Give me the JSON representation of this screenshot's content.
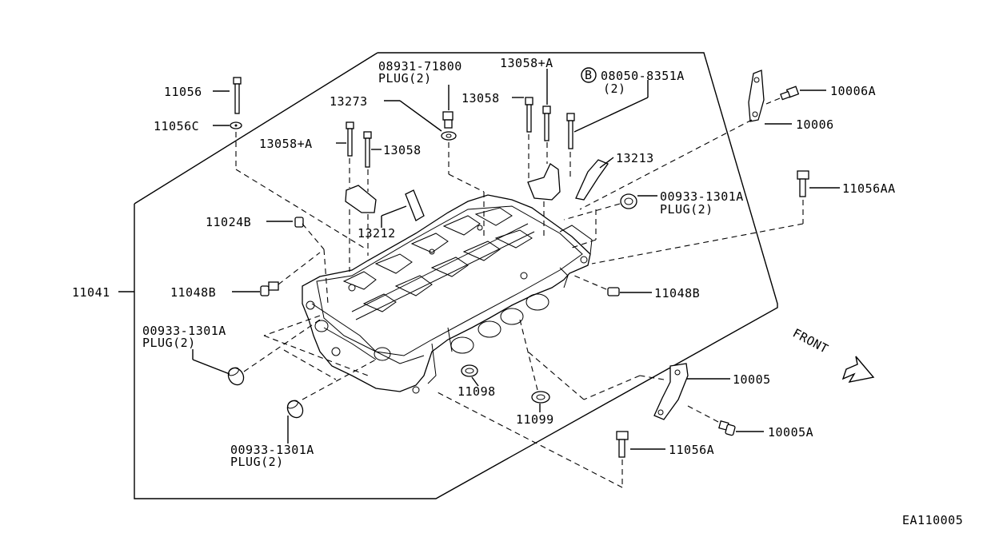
{
  "diagram": {
    "code": "EA110005",
    "front_label": "FRONT",
    "circle_b_letter": "B",
    "labels": {
      "l11056": "11056",
      "l11056C": "11056C",
      "l08931": "08931-71800",
      "l08931_plug": "PLUG(2)",
      "l13058A_top": "13058+A",
      "l08050": "08050-8351A",
      "l08050_qty": "(2)",
      "l13273": "13273",
      "l13058_top": "13058",
      "l10006A": "10006A",
      "l10006": "10006",
      "l13058A_left": "13058+A",
      "l13058_left": "13058",
      "l13213": "13213",
      "l00933_right": "00933-1301A",
      "l00933_right_plug": "PLUG(2)",
      "l11056AA": "11056AA",
      "l11024B": "11024B",
      "l13212": "13212",
      "l11041": "11041",
      "l11048B_left": "11048B",
      "l11048B_right": "11048B",
      "l00933_left": "00933-1301A",
      "l00933_left_plug": "PLUG(2)",
      "l11098": "11098",
      "l10005": "10005",
      "l11099": "11099",
      "l10005A": "10005A",
      "l00933_bottom": "00933-1301A",
      "l00933_bottom_plug": "PLUG(2)",
      "l11056A": "11056A"
    }
  }
}
